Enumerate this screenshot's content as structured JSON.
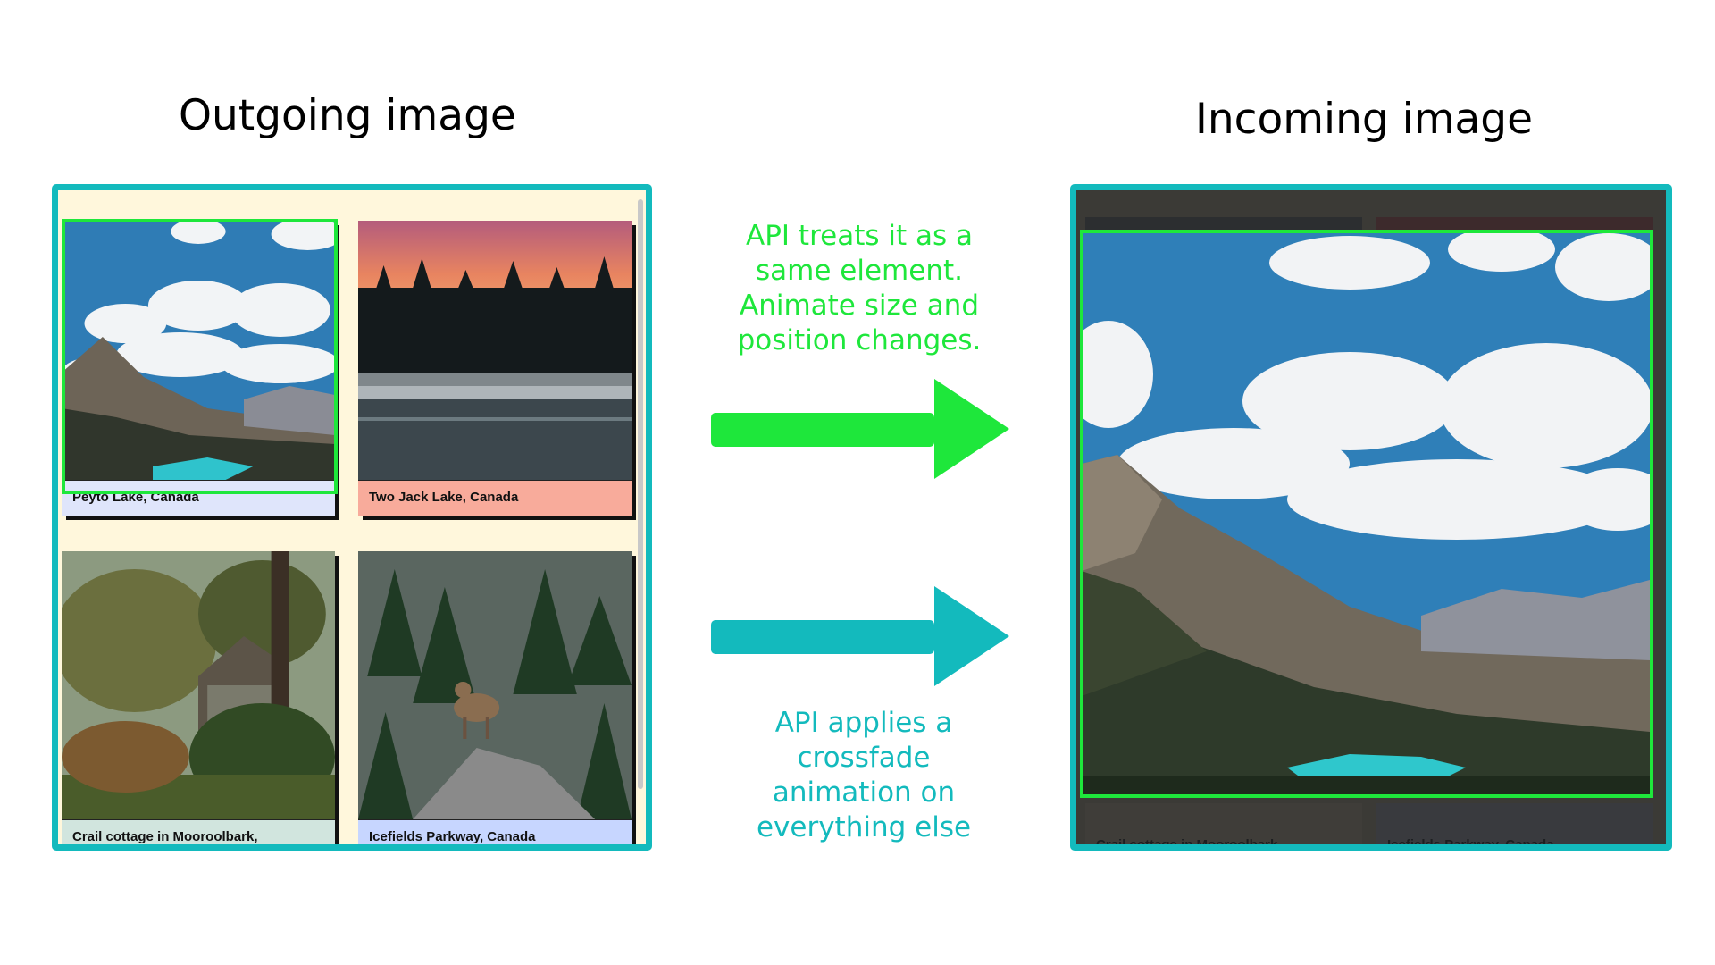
{
  "outgoing": {
    "title": "Outgoing image",
    "cards": [
      {
        "caption": "Peyto Lake, Canada",
        "color": "#dfe5fb"
      },
      {
        "caption": "Two Jack Lake, Canada",
        "color": "#f8ab9b"
      },
      {
        "caption": "Crail cottage in Mooroolbark,",
        "color": "#d1e5de"
      },
      {
        "caption": "Icefields Parkway, Canada",
        "color": "#c7d6ff"
      }
    ]
  },
  "incoming": {
    "title": "Incoming image",
    "captions": [
      "Crail cottage in Mooroolbark,",
      "Icefields Parkway, Canada"
    ]
  },
  "notes": {
    "same_element": "API treats it as a same element. Animate size and position changes.",
    "crossfade": "API applies a crossfade animation on everything else"
  },
  "colors": {
    "same_element": "#1ee73b",
    "crossfade": "#13babd"
  }
}
